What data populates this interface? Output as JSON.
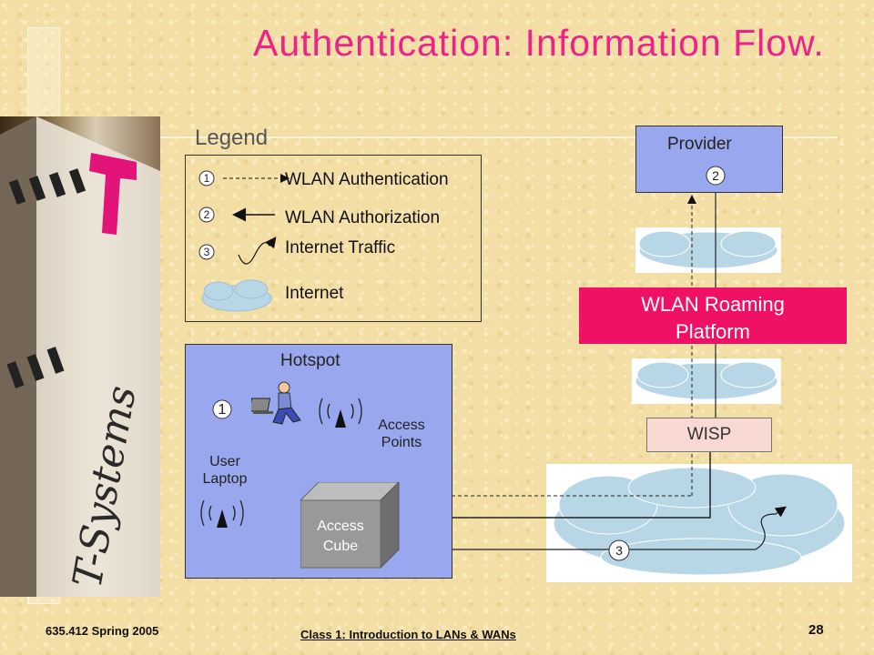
{
  "title": "Authentication: Information Flow.",
  "legend": {
    "heading": "Legend",
    "items": [
      {
        "num": "1",
        "label": "WLAN Authentication"
      },
      {
        "num": "2",
        "label": "WLAN Authorization"
      },
      {
        "num": "3",
        "label": "Internet Traffic"
      },
      {
        "label": "Internet"
      }
    ]
  },
  "diagram": {
    "hotspot": "Hotspot",
    "provider": "Provider",
    "wlan_roaming": "WLAN Roaming Platform",
    "wisp": "WISP",
    "access_points": "Access Points",
    "user_laptop": "User Laptop",
    "access_cube": "Access Cube",
    "step_user": "1",
    "step_provider": "2",
    "step_traffic": "3"
  },
  "footer": {
    "left": "635.412 Spring 2005",
    "center": "Class 1:  Introduction to LANs & WANs",
    "page": "28"
  }
}
